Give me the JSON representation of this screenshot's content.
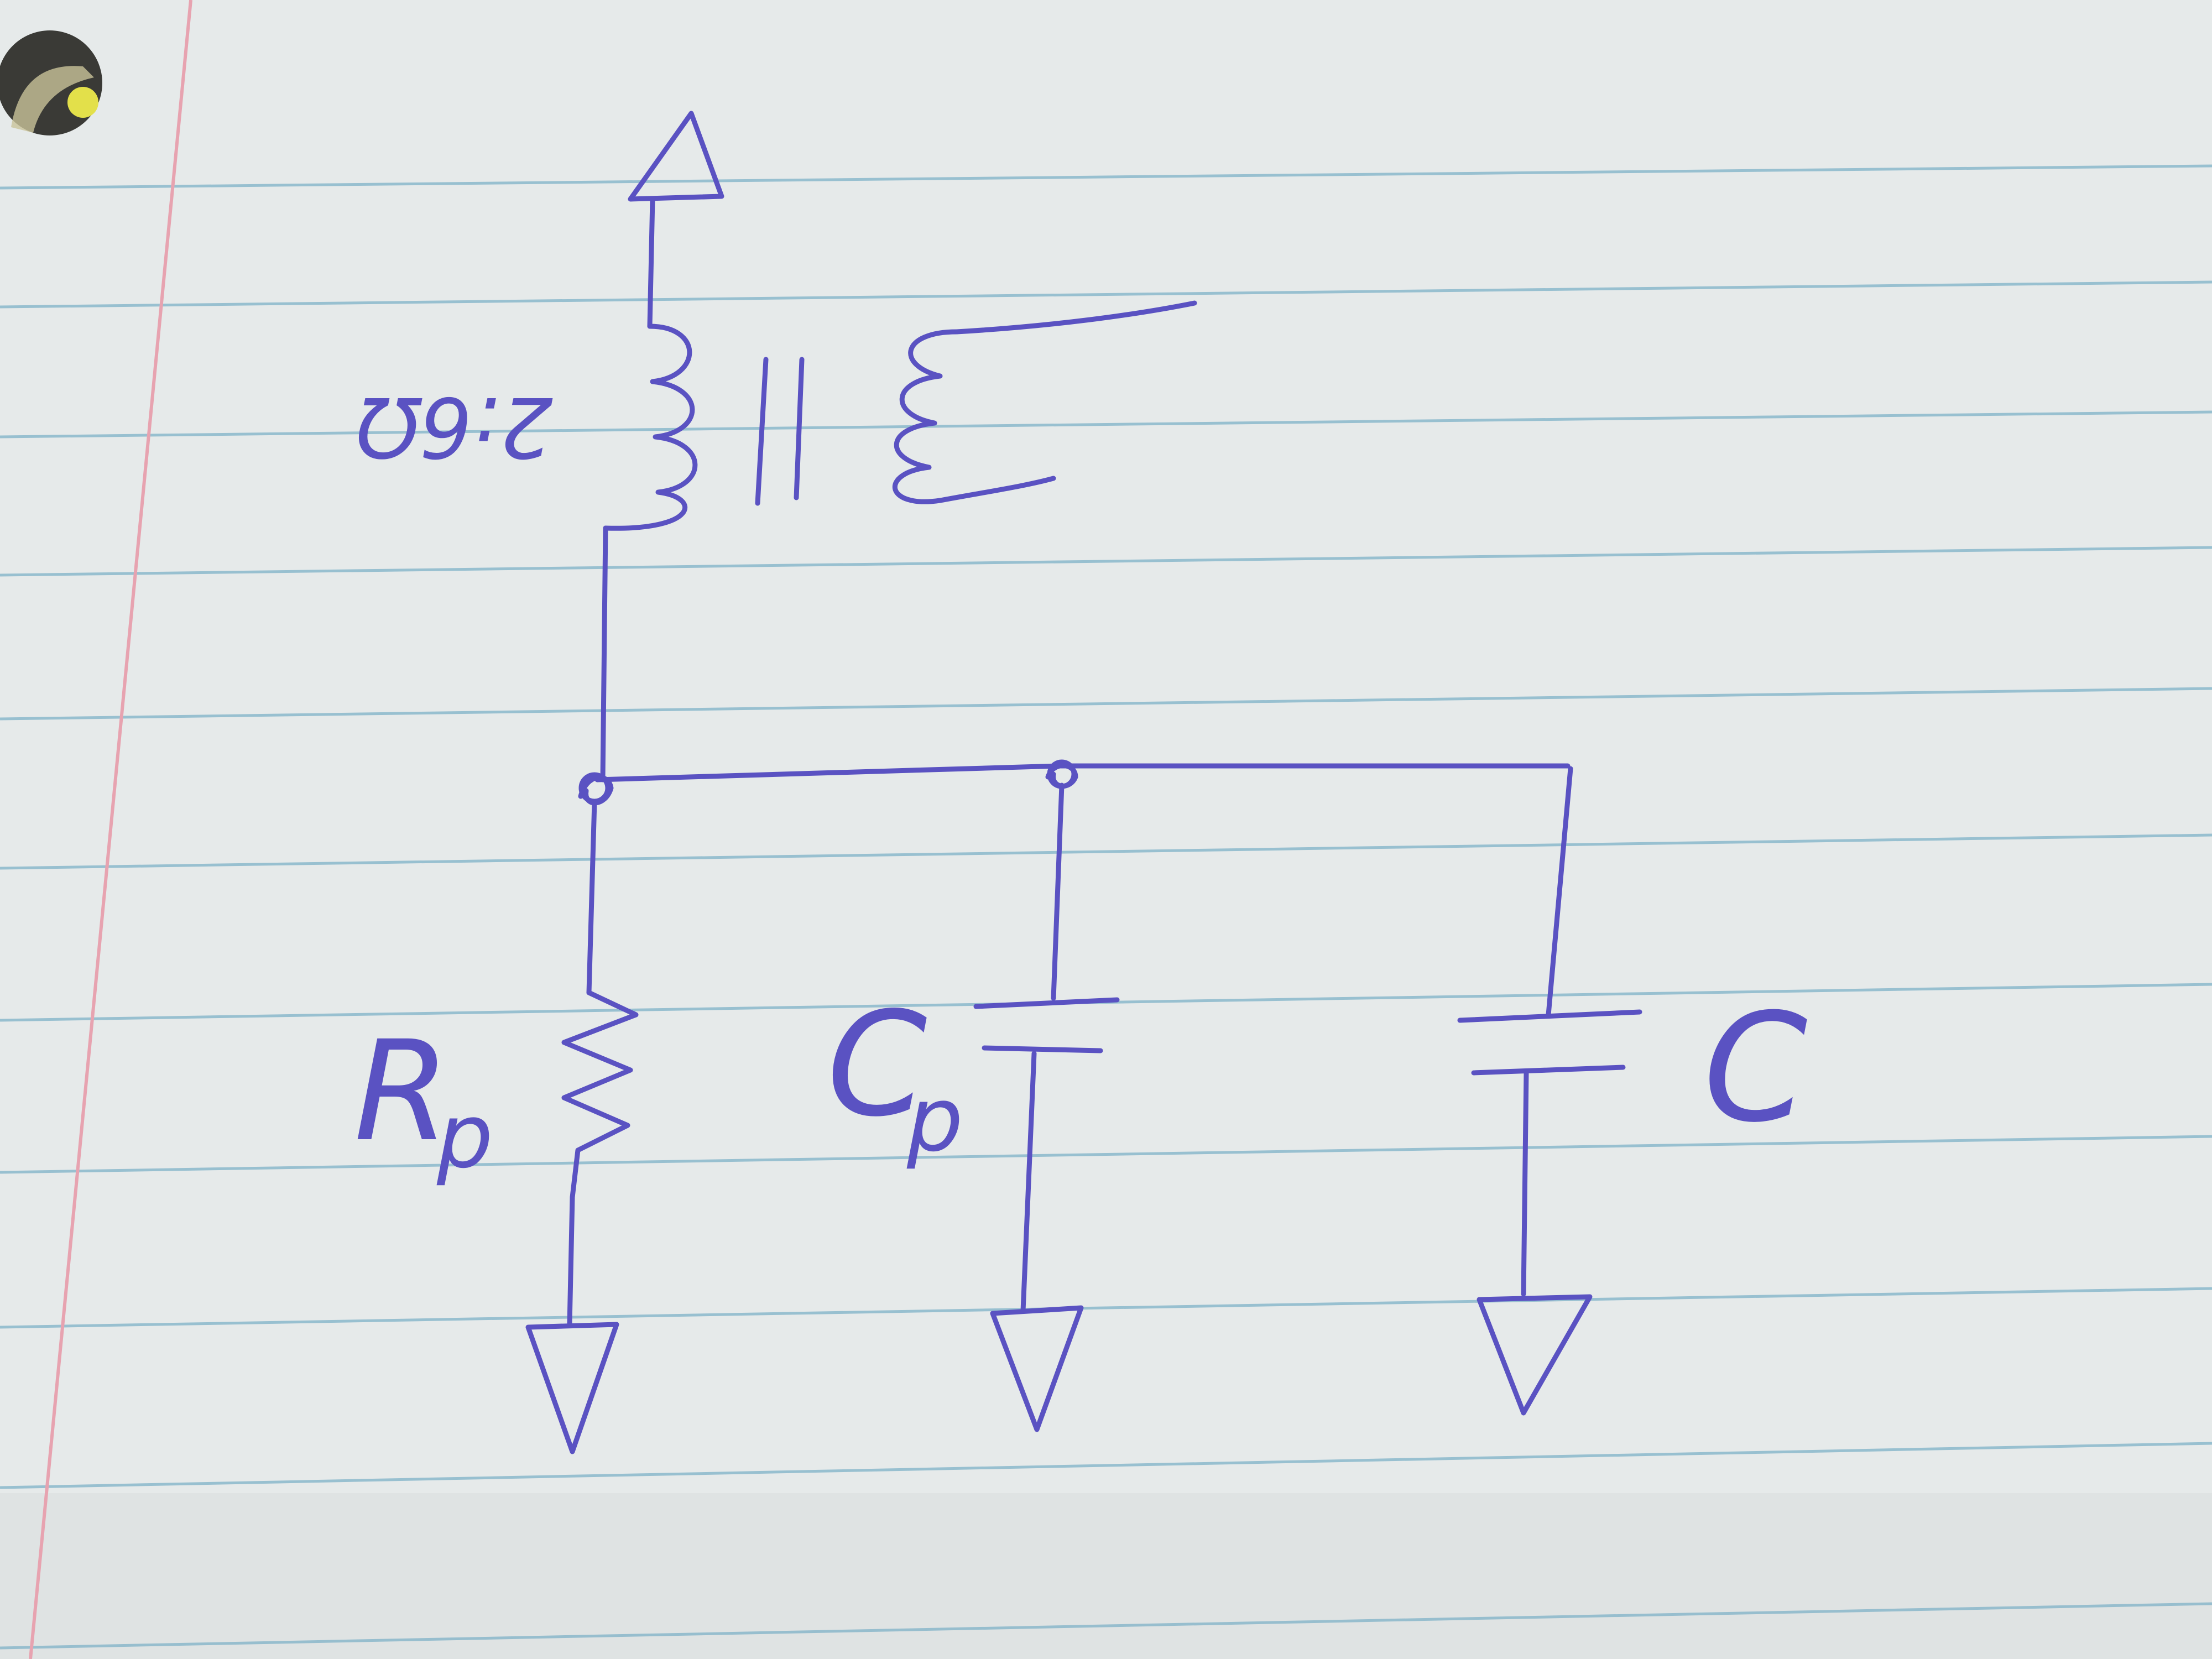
{
  "page": {
    "paper_color": "#e6eaea",
    "rule_color": "#7fb2c8",
    "margin_color": "#e7a3b0",
    "ink_color": "#5a52c2"
  },
  "labels": {
    "transformer_ratio": "2:6Ω",
    "rp": "R",
    "rp_sub": "p",
    "cp": "C",
    "cp_sub": "p",
    "c": "C"
  },
  "components": [
    {
      "name": "antenna-top",
      "symbol": "ground-triangle-up"
    },
    {
      "name": "transformer-primary",
      "symbol": "inductor"
    },
    {
      "name": "transformer-core",
      "symbol": "double-bar"
    },
    {
      "name": "transformer-secondary",
      "symbol": "inductor"
    },
    {
      "name": "resistor-rp",
      "symbol": "resistor"
    },
    {
      "name": "capacitor-cp",
      "symbol": "capacitor"
    },
    {
      "name": "capacitor-c",
      "symbol": "capacitor"
    },
    {
      "name": "ground-1",
      "symbol": "ground-triangle"
    },
    {
      "name": "ground-2",
      "symbol": "ground-triangle"
    },
    {
      "name": "ground-3",
      "symbol": "ground-triangle"
    }
  ]
}
